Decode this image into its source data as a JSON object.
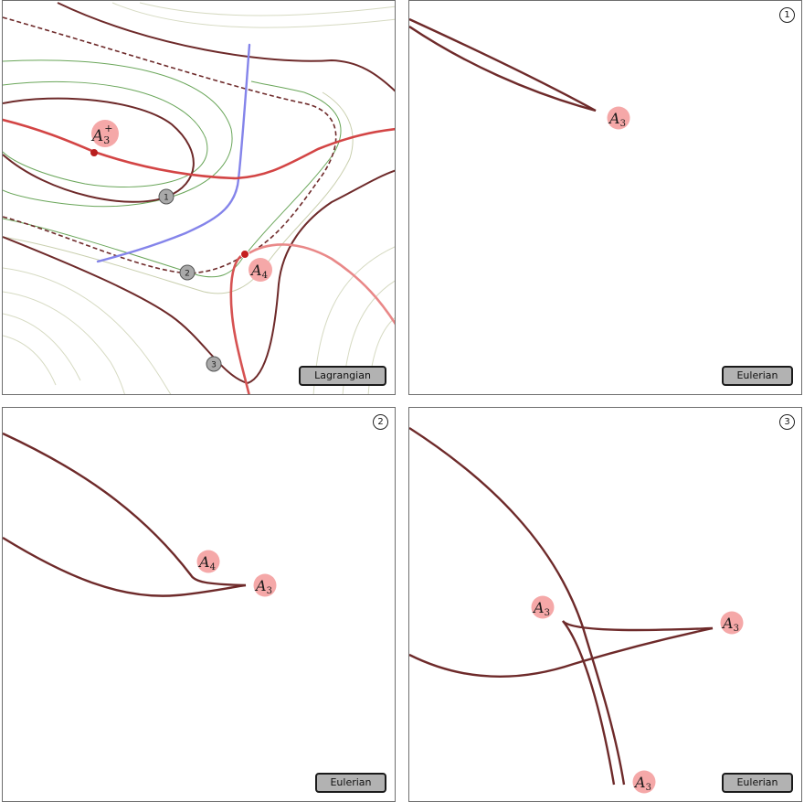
{
  "panels": {
    "lagrangian": {
      "tag": "Lagrangian"
    },
    "p1": {
      "number": "1",
      "tag": "Eulerian"
    },
    "p2": {
      "number": "2",
      "tag": "Eulerian"
    },
    "p3": {
      "number": "3",
      "tag": "Eulerian"
    }
  },
  "labels": {
    "a3plus": {
      "base": "A",
      "sub": "3",
      "sup": "+"
    },
    "a3": {
      "base": "A",
      "sub": "3"
    },
    "a4": {
      "base": "A",
      "sub": "4"
    }
  },
  "markers": [
    "1",
    "2",
    "3"
  ],
  "colors": {
    "caustic": "#6e2a2a",
    "red": "#d64c4c",
    "blue": "#8080e8",
    "green": "#5e9a4e",
    "olive": "#c8cdb0",
    "badge": "#f5a8a8",
    "marker": "#a9a9a9",
    "tag": "#b2b2b2"
  }
}
